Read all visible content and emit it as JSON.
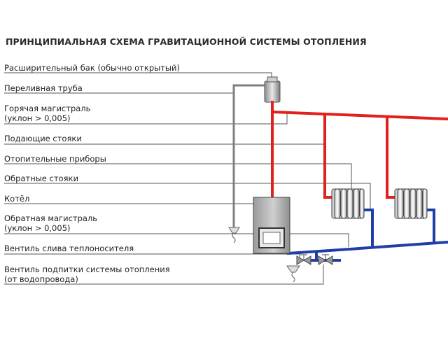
{
  "title": "ПРИНЦИПИАЛЬНАЯ СХЕМА ГРАВИТАЦИОННОЙ СИСТЕМЫ ОТОПЛЕНИЯ",
  "labels": {
    "expansion_tank": "Расширительный бак (обычно открытый)",
    "overflow_pipe": "Переливная труба",
    "hot_main_line1": "Горячая магистраль",
    "hot_main_line2": "(уклон > 0,005)",
    "supply_risers": "Подающие стояки",
    "heaters": "Отопительные приборы",
    "return_risers": "Обратные стояки",
    "boiler": "Котёл",
    "return_main_line1": "Обратная магистраль",
    "return_main_line2": "(уклон > 0,005)",
    "drain_valve": "Вентиль слива теплоносителя",
    "makeup_valve_line1": "Вентиль подпитки системы отопления",
    "makeup_valve_line2": "(от водопровода)"
  },
  "colors": {
    "supply_pipe": "#e0211d",
    "return_pipe": "#1f3fa8",
    "leader_line": "#555555",
    "boiler_body": "#a7a7a7",
    "radiator": "#d9d9d9"
  }
}
